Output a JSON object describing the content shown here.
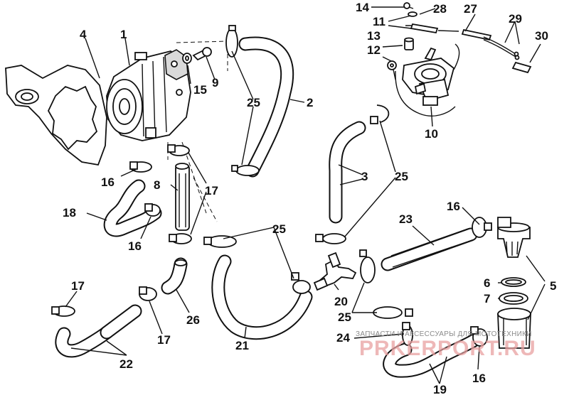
{
  "diagram": {
    "callouts": {
      "c1": "1",
      "c2": "2",
      "c3": "3",
      "c4": "4",
      "c5": "5",
      "c6": "6",
      "c7": "7",
      "c8": "8",
      "c9": "9",
      "c10": "10",
      "c11": "11",
      "c12": "12",
      "c13": "13",
      "c14": "14",
      "c15": "15",
      "c16a": "16",
      "c16b": "16",
      "c16c": "16",
      "c16d": "16",
      "c17a": "17",
      "c17b": "17",
      "c17c": "17",
      "c18": "18",
      "c19": "19",
      "c20": "20",
      "c21": "21",
      "c22": "22",
      "c23": "23",
      "c24": "24",
      "c25a": "25",
      "c25b": "25",
      "c25c": "25",
      "c25d": "25",
      "c26": "26",
      "c27": "27",
      "c28": "28",
      "c29": "29",
      "c30": "30"
    },
    "watermark": {
      "text": "ЗАПЧАСТИ И АКСЕССУАРЫ ДЛЯ МОТОТЕХНИКИ",
      "logo": "PRKERPORT.RU"
    }
  }
}
